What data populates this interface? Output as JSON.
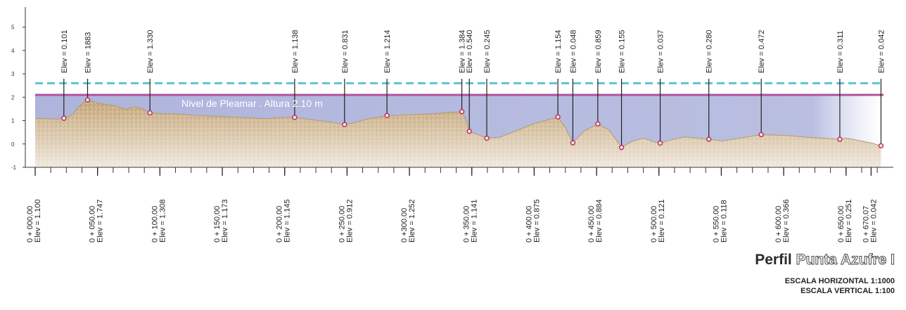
{
  "chart_data": {
    "type": "area",
    "annotation": "Nivel de Pleamar .  Altura 2.10 m",
    "y_ticks": [
      "5",
      "4",
      "3",
      "2",
      "1",
      "0",
      "-1"
    ],
    "ylim": [
      -1,
      5.8
    ],
    "xlim": [
      0,
      680
    ],
    "high_tide_level": 2.1,
    "dashed_level": 2.6,
    "colors": {
      "terrain": "#c7a97d",
      "terrain_dark": "#8a6f45",
      "water": "#aab0da",
      "high_tide_line": "#b0529a",
      "dashed_line": "#5bc4d3",
      "marker": "#b03060"
    },
    "stations": [
      {
        "label": "0 + 000.00",
        "elev_label": "Elev = 1.100",
        "x": 0,
        "elev": 1.1
      },
      {
        "label": "0 + 050.00",
        "elev_label": "Elev = 1.747",
        "x": 50,
        "elev": 1.747
      },
      {
        "label": "0 + 100.00",
        "elev_label": "Elev = 1.308",
        "x": 100,
        "elev": 1.308
      },
      {
        "label": "0 + 150.00",
        "elev_label": "Elev = 1.173",
        "x": 150,
        "elev": 1.173
      },
      {
        "label": "0 + 200.00",
        "elev_label": "Elev = 1.145",
        "x": 200,
        "elev": 1.145
      },
      {
        "label": "0 + 250.00",
        "elev_label": "Elev = 0.912",
        "x": 250,
        "elev": 0.912
      },
      {
        "label": "0 +300.00",
        "elev_label": "Elev = 1.252",
        "x": 300,
        "elev": 1.252
      },
      {
        "label": "0 + 350.00",
        "elev_label": "Elev = 1.141",
        "x": 350,
        "elev": 1.141
      },
      {
        "label": "0 + 400.00",
        "elev_label": "Elev = 0.875",
        "x": 400,
        "elev": 0.875
      },
      {
        "label": "0 + 450.00",
        "elev_label": "Elev = 0.884",
        "x": 450,
        "elev": 0.884
      },
      {
        "label": "0 + 500.00",
        "elev_label": "Elev = 0.121",
        "x": 500,
        "elev": 0.121
      },
      {
        "label": "0 + 550.00",
        "elev_label": "Elev = 0.118",
        "x": 550,
        "elev": 0.118
      },
      {
        "label": "0 + 600.00",
        "elev_label": "Elev = 0.366",
        "x": 600,
        "elev": 0.366
      },
      {
        "label": "0 + 650.00",
        "elev_label": "Elev = 0.251",
        "x": 650,
        "elev": 0.251
      },
      {
        "label": "0 + 670.07",
        "elev_label": "Elev = 0.042",
        "x": 670.07,
        "elev": 0.042
      }
    ],
    "points": [
      {
        "label": "Elev = 0.101",
        "x": 23,
        "elev": 1.1
      },
      {
        "label": "Elev =  1883",
        "x": 42,
        "elev": 1.883
      },
      {
        "label": "Elev = 1.330",
        "x": 92,
        "elev": 1.33
      },
      {
        "label": "Elev = 1.138",
        "x": 208,
        "elev": 1.138
      },
      {
        "label": "Elev = 0.831",
        "x": 248,
        "elev": 0.831
      },
      {
        "label": "Elev = 1.214",
        "x": 282,
        "elev": 1.214
      },
      {
        "label": "Elev = 1.384",
        "x": 342,
        "elev": 1.384
      },
      {
        "label": "Elev = 0.540",
        "x": 348,
        "elev": 0.54
      },
      {
        "label": "Elev = 0.245",
        "x": 362,
        "elev": 0.245
      },
      {
        "label": "Elev = 1.154",
        "x": 419,
        "elev": 1.154
      },
      {
        "label": "Elev = 0.048",
        "x": 431,
        "elev": 0.048
      },
      {
        "label": "Elev = 0.859",
        "x": 451,
        "elev": 0.859
      },
      {
        "label": "Elev = 0.155",
        "x": 470,
        "elev": -0.15
      },
      {
        "label": "Elev = 0.037",
        "x": 501,
        "elev": 0.037
      },
      {
        "label": "Elev = 0.280",
        "x": 540,
        "elev": 0.2
      },
      {
        "label": "Elev = 0.472",
        "x": 582,
        "elev": 0.4
      },
      {
        "label": "Elev = 0.311",
        "x": 645,
        "elev": 0.2
      },
      {
        "label": "Elev = 0.042",
        "x": 678,
        "elev": -0.08
      }
    ],
    "terrain_profile": [
      [
        0,
        1.1
      ],
      [
        8,
        1.08
      ],
      [
        18,
        1.06
      ],
      [
        23,
        1.1
      ],
      [
        30,
        1.25
      ],
      [
        36,
        1.65
      ],
      [
        42,
        1.88
      ],
      [
        50,
        1.75
      ],
      [
        58,
        1.68
      ],
      [
        65,
        1.62
      ],
      [
        72,
        1.48
      ],
      [
        80,
        1.6
      ],
      [
        86,
        1.5
      ],
      [
        92,
        1.33
      ],
      [
        100,
        1.3
      ],
      [
        115,
        1.28
      ],
      [
        130,
        1.22
      ],
      [
        150,
        1.17
      ],
      [
        170,
        1.12
      ],
      [
        185,
        1.08
      ],
      [
        195,
        1.12
      ],
      [
        208,
        1.14
      ],
      [
        220,
        1.05
      ],
      [
        235,
        0.95
      ],
      [
        248,
        0.83
      ],
      [
        255,
        0.9
      ],
      [
        265,
        1.05
      ],
      [
        282,
        1.21
      ],
      [
        300,
        1.25
      ],
      [
        320,
        1.3
      ],
      [
        335,
        1.36
      ],
      [
        342,
        1.38
      ],
      [
        345,
        1.1
      ],
      [
        348,
        0.54
      ],
      [
        355,
        0.4
      ],
      [
        362,
        0.25
      ],
      [
        372,
        0.28
      ],
      [
        385,
        0.55
      ],
      [
        400,
        0.87
      ],
      [
        412,
        1.05
      ],
      [
        419,
        1.15
      ],
      [
        425,
        0.7
      ],
      [
        431,
        0.05
      ],
      [
        440,
        0.55
      ],
      [
        451,
        0.86
      ],
      [
        460,
        0.6
      ],
      [
        470,
        -0.15
      ],
      [
        478,
        0.1
      ],
      [
        488,
        0.25
      ],
      [
        495,
        0.1
      ],
      [
        501,
        0.04
      ],
      [
        510,
        0.18
      ],
      [
        520,
        0.3
      ],
      [
        530,
        0.25
      ],
      [
        540,
        0.2
      ],
      [
        550,
        0.12
      ],
      [
        565,
        0.25
      ],
      [
        582,
        0.4
      ],
      [
        600,
        0.37
      ],
      [
        615,
        0.3
      ],
      [
        630,
        0.25
      ],
      [
        645,
        0.2
      ],
      [
        650,
        0.25
      ],
      [
        660,
        0.15
      ],
      [
        670.07,
        0.04
      ],
      [
        678,
        -0.08
      ]
    ]
  },
  "title": {
    "bold": "Perfil",
    "outline": "Punta Azufre I"
  },
  "scale": {
    "horizontal": "ESCALA HORIZONTAL 1:1000",
    "vertical": "ESCALA VERTICAL 1:100"
  }
}
